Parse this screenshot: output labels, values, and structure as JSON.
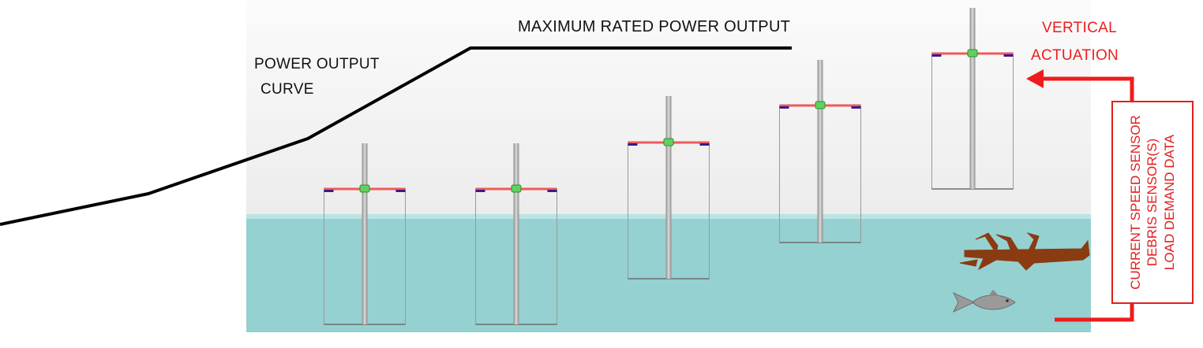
{
  "labels": {
    "max_rated": "MAXIMUM RATED POWER OUTPUT",
    "power_curve_line1": "POWER OUTPUT",
    "power_curve_line2": "CURVE",
    "vertical_line1": "VERTICAL",
    "vertical_line2": "ACTUATION"
  },
  "sensors": {
    "lines": [
      "CURRENT SPEED SENSOR",
      "DEBRIS SENSOR(S)",
      "LOAD DEMAND DATA"
    ]
  },
  "turbines": {
    "count": 5,
    "elevation_levels": [
      "lowest",
      "lowest",
      "medium",
      "high",
      "highest"
    ]
  },
  "colors": {
    "sky": "#f1f1f1",
    "water": "#8fcfcf",
    "accent_red": "#ee1c1c",
    "curve": "#000000",
    "debris": "#8a3b12",
    "fish": "#9a9a9a",
    "hub": "#5fd15f",
    "blade_end": "#3a1a8a"
  }
}
